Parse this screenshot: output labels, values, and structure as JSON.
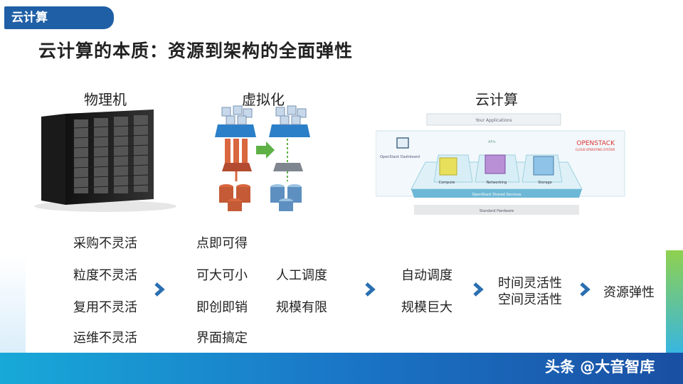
{
  "header": {
    "tag": "云计算",
    "title": "云计算的本质：资源到架构的全面弹性"
  },
  "stages": [
    {
      "label": "物理机"
    },
    {
      "label": "虚拟化"
    },
    {
      "label": "云计算"
    }
  ],
  "openstack": {
    "top_bar": "Your Applications",
    "apis": "APIs",
    "dashboard": "OpenStack Dashboard",
    "brand": "OPENSTACK",
    "brand_sub": "CLOUD OPERATING SYSTEM",
    "compute": "Compute",
    "networking": "Networking",
    "storage": "Storage",
    "shared": "OpenStack Shared Services",
    "hardware": "Standard Hardware"
  },
  "physical": {
    "items": [
      "采购不灵活",
      "粒度不灵活",
      "复用不灵活",
      "运维不灵活"
    ]
  },
  "virtual": {
    "items": [
      "点即可得",
      "可大可小",
      "即创即销",
      "界面搞定"
    ],
    "items2": [
      "人工调度",
      "规模有限"
    ]
  },
  "cloud": {
    "items": [
      "自动调度",
      "规模巨大"
    ]
  },
  "flex": {
    "items": [
      "时间灵活性",
      "空间灵活性"
    ]
  },
  "result": "资源弹性",
  "watermark": "头条 @大音智库",
  "colors": {
    "brand_blue": "#1f5fa6",
    "arrow_blue": "#2a6fb0"
  }
}
